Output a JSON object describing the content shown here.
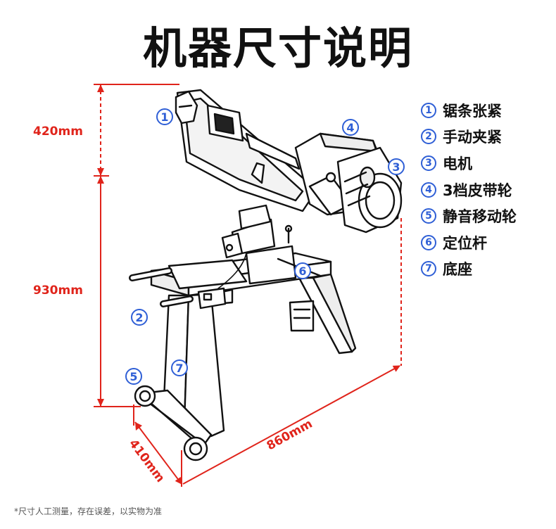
{
  "title": "机器尺寸说明",
  "dimensions": {
    "height_top": "420mm",
    "height_body": "930mm",
    "depth": "410mm",
    "length": "860mm"
  },
  "parts": [
    {
      "num": "1",
      "label": "锯条张紧"
    },
    {
      "num": "2",
      "label": "手动夹紧"
    },
    {
      "num": "3",
      "label": "电机"
    },
    {
      "num": "4",
      "label": "3档皮带轮"
    },
    {
      "num": "5",
      "label": "静音移动轮"
    },
    {
      "num": "6",
      "label": "定位杆"
    },
    {
      "num": "7",
      "label": "底座"
    }
  ],
  "note": "*尺寸人工测量，存在误差，以实物为准",
  "colors": {
    "dimension": "#e0241b",
    "callout": "#2f5fd6"
  }
}
